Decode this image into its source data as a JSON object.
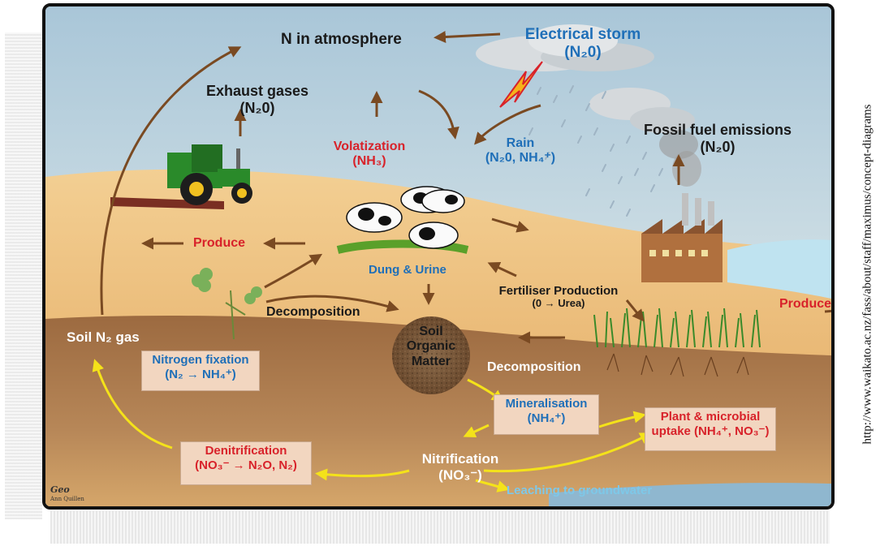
{
  "credit_url": "http://www.waikato.ac.nz/fass/about/staff/maximus/concept-diagrams",
  "signature": "Geo",
  "signature_sub": "Ann Quillen",
  "labels": {
    "n_atmosphere": "N in atmosphere",
    "electrical_storm": "Electrical storm",
    "electrical_storm_formula": "(N₂0)",
    "exhaust_gases": "Exhaust gases",
    "exhaust_formula": "(N₂0)",
    "volatization": "Volatization",
    "volatization_formula": "(NH₃)",
    "rain": "Rain",
    "rain_formula": "(N₂0, NH₄⁺)",
    "fossil_fuel": "Fossil fuel emissions",
    "fossil_formula": "(N₂0)",
    "produce_left": "Produce",
    "dung_urine": "Dung & Urine",
    "fertiliser": "Fertiliser Production",
    "fertiliser_formula": "(0 → Urea)",
    "produce_right": "Produce",
    "decomposition_left": "Decomposition",
    "soil_n2_gas": "Soil N₂ gas",
    "soil_organic_matter": "Soil Organic Matter",
    "decomposition_right": "Decomposition",
    "nitrogen_fixation": "Nitrogen fixation",
    "nitrogen_fixation_formula": "(N₂ → NH₄⁺)",
    "mineralisation": "Mineralisation",
    "mineralisation_formula": "(NH₄⁺)",
    "plant_uptake": "Plant & microbial",
    "plant_uptake_formula": "uptake (NH₄⁺, NO₃⁻)",
    "denitrification": "Denitrification",
    "denitrification_formula": "(NO₃⁻ → N₂O, N₂)",
    "nitrification": "Nitrification",
    "nitrification_formula": "(NO₃⁻)",
    "leaching": "Leaching to groundwater"
  },
  "colors": {
    "sky": "#c9dbe6",
    "sand": "#e9b775",
    "soil": "#8a5a36",
    "arrow_brown": "#7a4a22",
    "arrow_yellow": "#f4e21a",
    "label_red": "#d8222a",
    "label_blue": "#1f6fb8",
    "box_fill": "#f2d6c0"
  }
}
